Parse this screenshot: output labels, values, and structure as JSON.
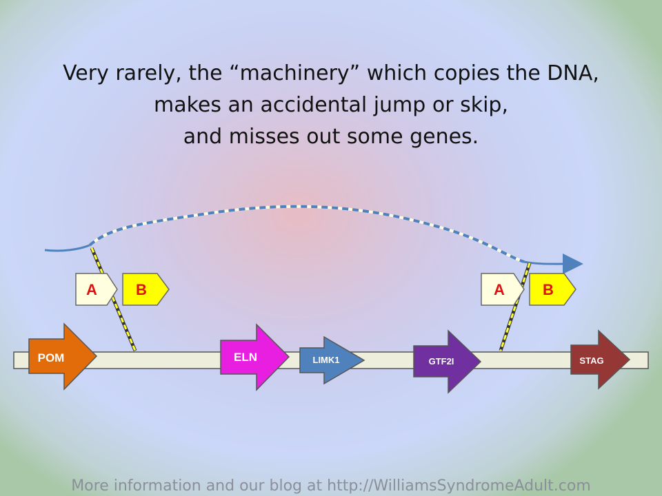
{
  "title": {
    "line1": "Very rarely, the “machinery” which copies the DNA,",
    "line2": "makes an accidental jump or skip,",
    "line3": "and misses out some genes."
  },
  "genes": [
    {
      "label": "POM",
      "color": "#e36c0a"
    },
    {
      "label": "ELN",
      "color": "#e81ee0"
    },
    {
      "label": "LIMK1",
      "color": "#4f81bd"
    },
    {
      "label": "GTF2I",
      "color": "#7030a0"
    },
    {
      "label": "STAG",
      "color": "#953735"
    }
  ],
  "flanks": {
    "left": {
      "a": "A",
      "b": "B"
    },
    "right": {
      "a": "A",
      "b": "B"
    },
    "a_color": "#ffffe0",
    "b_color": "#ffff00"
  },
  "footer": "More information and our blog at http://WilliamsSyndromeAdult.com"
}
